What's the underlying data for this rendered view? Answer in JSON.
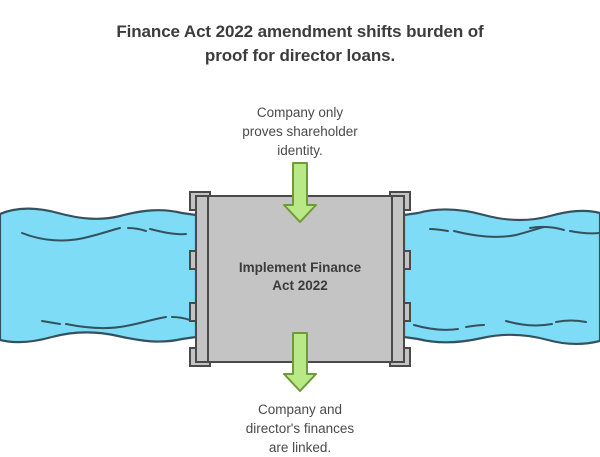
{
  "title": {
    "line1": "Finance Act 2022 amendment shifts burden of",
    "line2": "proof for director loans.",
    "full": "Finance Act 2022 amendment shifts burden of proof for director loans.",
    "color": "#3c3c3c"
  },
  "annotations": {
    "top": {
      "line1": "Company only",
      "line2": "proves shareholder",
      "line3": "identity.",
      "full": "Company only proves shareholder identity."
    },
    "bottom": {
      "line1": "Company and",
      "line2": "director's finances",
      "line3": "are linked.",
      "full": "Company and director's finances are linked."
    }
  },
  "dam": {
    "label_line1": "Implement Finance",
    "label_line2": "Act 2022",
    "label_full": "Implement Finance Act 2022",
    "body_color": "#c4c4c4",
    "outline_color": "#4a4a4a",
    "bolt_color": "#c4c4c4"
  },
  "water": {
    "fill_color": "#7fdcf7",
    "outline_color": "#35515e",
    "left_label": "left-water-body",
    "right_label": "right-water-body"
  },
  "arrows": {
    "fill_color": "#b8e986",
    "outline_color": "#6f9a3a",
    "top_label": "downward-arrow-into-dam",
    "bottom_label": "downward-arrow-out-of-dam"
  },
  "background_color": "#ffffff"
}
